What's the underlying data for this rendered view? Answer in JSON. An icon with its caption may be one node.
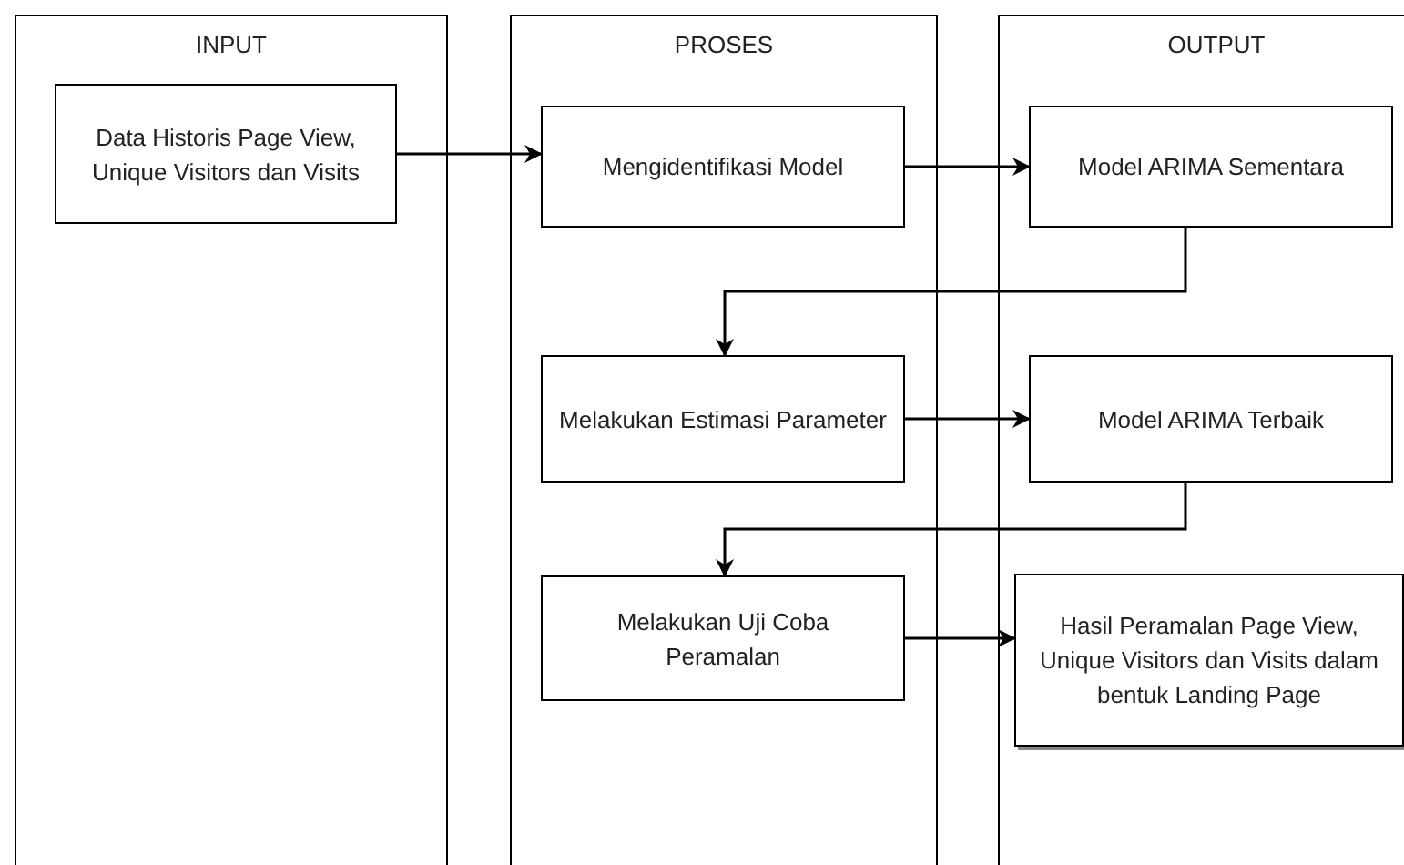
{
  "diagram": {
    "nodes": [
      {
        "text": [
          "INPUT"
        ]
      },
      {
        "text": [
          "Data Historis Page View, Unique Visitors dan Visits"
        ],
        "in": 0
      },
      {
        "text": [
          "PROSES"
        ]
      },
      {
        "text": [
          "Mengidentifikasi Model"
        ],
        "in": 2
      },
      {
        "text": [
          "Melakukan Estimasi Parameter"
        ],
        "in": 2
      },
      {
        "text": [
          "Melakukan Uji Coba Peramalan"
        ],
        "in": 2
      },
      {
        "text": [
          "OUTPUT"
        ]
      },
      {
        "text": [
          "Model ARIMA Sementara"
        ],
        "in": 6
      },
      {
        "text": [
          "Model ARIMA Terbaik"
        ],
        "in": 6
      },
      {
        "text": [
          "Hasil Peramalan Page View, Unique Visitors dan Visits dalam bentuk Landing Page"
        ],
        "in": 6
      }
    ],
    "edges": [
      {
        "from": 1,
        "to": 3,
        "arrow": "to"
      },
      {
        "from": 3,
        "to": 7,
        "arrow": "to"
      },
      {
        "from": 7,
        "to": 4,
        "arrow": "to"
      },
      {
        "from": 4,
        "to": 8,
        "arrow": "to"
      },
      {
        "from": 8,
        "to": 5,
        "arrow": "to"
      },
      {
        "from": 5,
        "to": 9,
        "arrow": "to"
      }
    ]
  }
}
